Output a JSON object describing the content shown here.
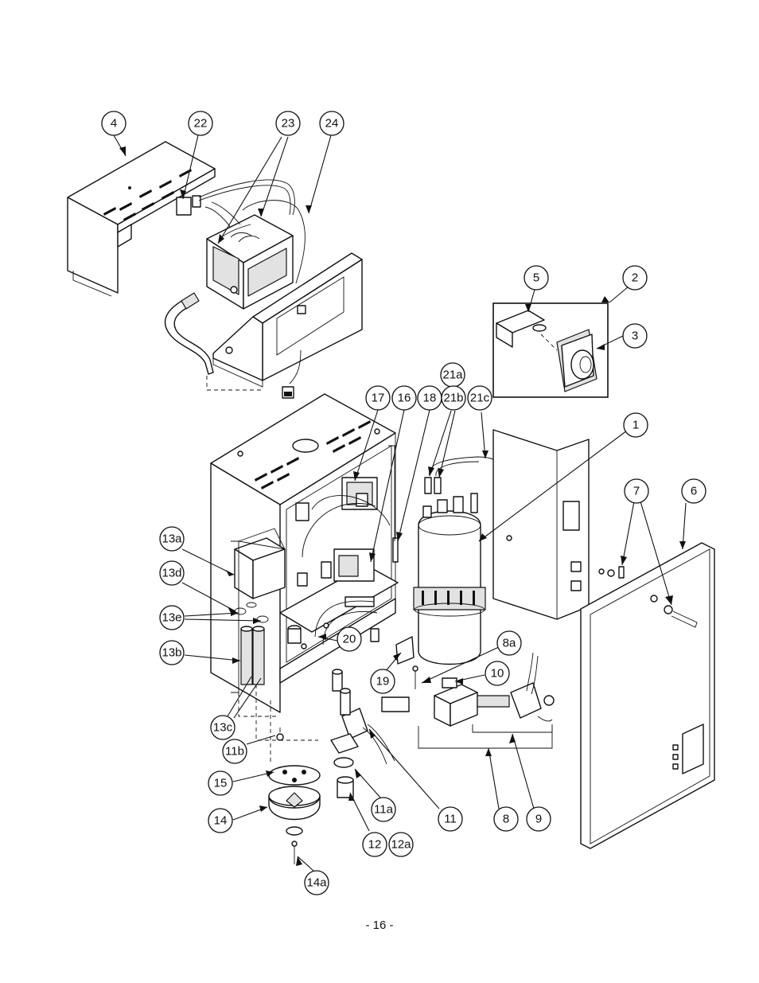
{
  "page_number": "- 16 -",
  "callouts": {
    "c1": "1",
    "c2": "2",
    "c3": "3",
    "c4": "4",
    "c5": "5",
    "c6": "6",
    "c7": "7",
    "c8": "8",
    "c8a": "8a",
    "c9": "9",
    "c10": "10",
    "c11": "11",
    "c11a": "11a",
    "c11b": "11b",
    "c12": "12",
    "c12a": "12a",
    "c13a": "13a",
    "c13b": "13b",
    "c13c": "13c",
    "c13d": "13d",
    "c13e": "13e",
    "c14": "14",
    "c14a": "14a",
    "c15": "15",
    "c16": "16",
    "c17": "17",
    "c18": "18",
    "c19": "19",
    "c20": "20",
    "c21a": "21a",
    "c21b": "21b",
    "c21c": "21c",
    "c22": "22",
    "c23": "23",
    "c24": "24"
  }
}
